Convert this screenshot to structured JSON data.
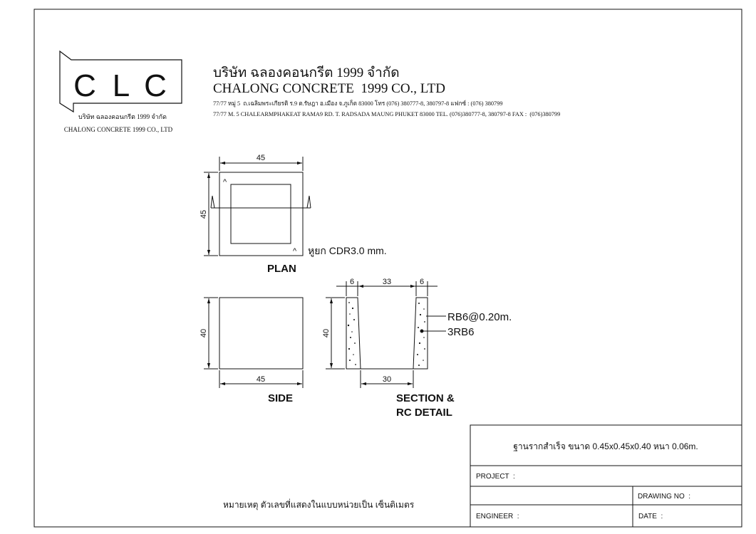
{
  "logo": {
    "letters": [
      "C",
      "L",
      "C"
    ],
    "caption_th": "บริษัท ฉลองคอนกรีต 1999 จำกัด",
    "caption_en": "CHALONG CONCRETE 1999 CO., LTD"
  },
  "company": {
    "name_th": "บริษัท ฉลองคอนกรีต 1999 จำกัด",
    "name_en": "CHALONG CONCRETE  1999 CO., LTD",
    "address_th": "77/77 หมู่ 5  ถ.เฉลิมพระเกียรติ ร.9 ต.รัษฎา อ.เมือง จ.ภูเก็ต 83000 โทร (076) 380777-8, 380797-8 แฟกซ์ : (076) 380799",
    "address_en": "77/77 M. 5 CHALEARMPHAKEAT RAMA9 RD. T. RADSADA MAUNG PHUKET 83000 TEL. (076)380777-8, 380797-8 FAX :  (076)380799"
  },
  "plan": {
    "dim_top": "45",
    "dim_left": "45",
    "notch_top": "^",
    "notch_bottom": "^",
    "note": "หูยก CDR3.0 mm.",
    "label": "PLAN"
  },
  "side": {
    "dim_left": "40",
    "dim_bottom": "45",
    "label": "SIDE"
  },
  "section": {
    "dim_top_left": "6",
    "dim_top_mid": "33",
    "dim_top_right": "6",
    "dim_left": "40",
    "dim_bottom": "30",
    "rebar_1": "RB6@0.20m.",
    "rebar_2": "3RB6",
    "label_1": "SECTION &",
    "label_2": "RC DETAIL"
  },
  "note": "หมายเหตุ ตัวเลขที่แสดงในแบบหน่วยเป็น เซ็นติเมตร",
  "title_block": {
    "title": "ฐานรากสำเร็จ ขนาด 0.45x0.45x0.40 หนา 0.06m.",
    "project": "PROJECT  :",
    "drawing_no": "DRAWING NO  :",
    "engineer": "ENGINEER  :",
    "date": "DATE  :"
  }
}
